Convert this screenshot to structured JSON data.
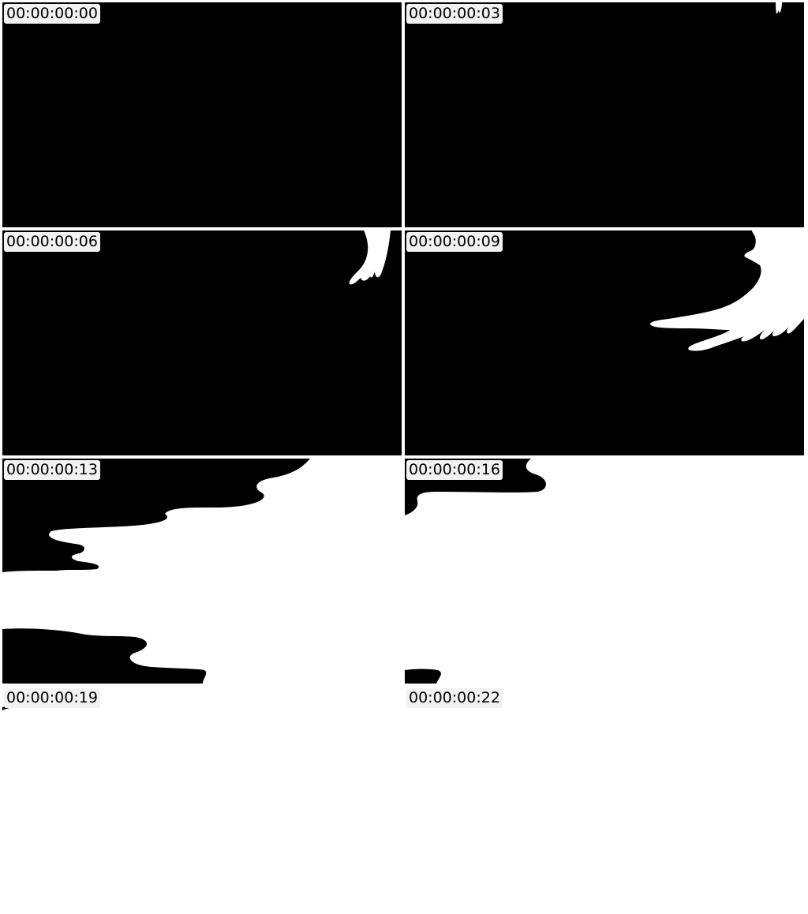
{
  "contact_sheet": {
    "frames": [
      {
        "timecode": "00:00:00:00",
        "state": "all-black"
      },
      {
        "timecode": "00:00:00:03",
        "state": "white-drip-top-right"
      },
      {
        "timecode": "00:00:00:06",
        "state": "white-drip-top-right"
      },
      {
        "timecode": "00:00:00:09",
        "state": "white-splash-right"
      },
      {
        "timecode": "00:00:00:13",
        "state": "mostly-white"
      },
      {
        "timecode": "00:00:00:16",
        "state": "mostly-white"
      },
      {
        "timecode": "00:00:00:19",
        "state": "all-white"
      },
      {
        "timecode": "00:00:00:22",
        "state": "all-white"
      }
    ]
  },
  "colors": {
    "matte_black": "#000000",
    "matte_white": "#ffffff",
    "label_background": "#f2f2f2"
  }
}
